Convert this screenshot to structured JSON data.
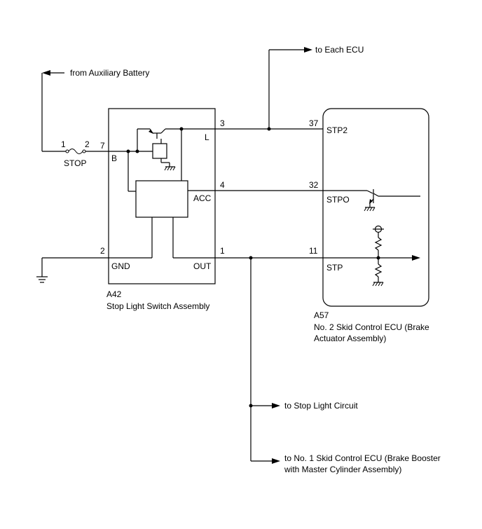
{
  "arrows": {
    "to_each_ecu": "to Each ECU",
    "from_aux_battery": "from Auxiliary Battery",
    "to_stop_light_circuit": "to Stop Light Circuit",
    "to_no1_ecu_line1": "to No. 1 Skid Control ECU (Brake Booster",
    "to_no1_ecu_line2": "with Master Cylinder Assembly)"
  },
  "fuse": {
    "name": "STOP",
    "pin_left": "1",
    "pin_right": "2"
  },
  "switch_assembly": {
    "code": "A42",
    "name": "Stop Light Switch Assembly",
    "terminals": {
      "b_pin": "7",
      "b_label": "B",
      "l_pin": "3",
      "l_label": "L",
      "acc_pin": "4",
      "acc_label": "ACC",
      "gnd_pin": "2",
      "gnd_label": "GND",
      "out_pin": "1",
      "out_label": "OUT"
    }
  },
  "ecu": {
    "code": "A57",
    "name_line1": "No. 2 Skid Control ECU (Brake",
    "name_line2": "Actuator Assembly)",
    "terminals": {
      "stp2_pin": "37",
      "stp2_label": "STP2",
      "stpo_pin": "32",
      "stpo_label": "STPO",
      "stp_pin": "11",
      "stp_label": "STP"
    }
  }
}
